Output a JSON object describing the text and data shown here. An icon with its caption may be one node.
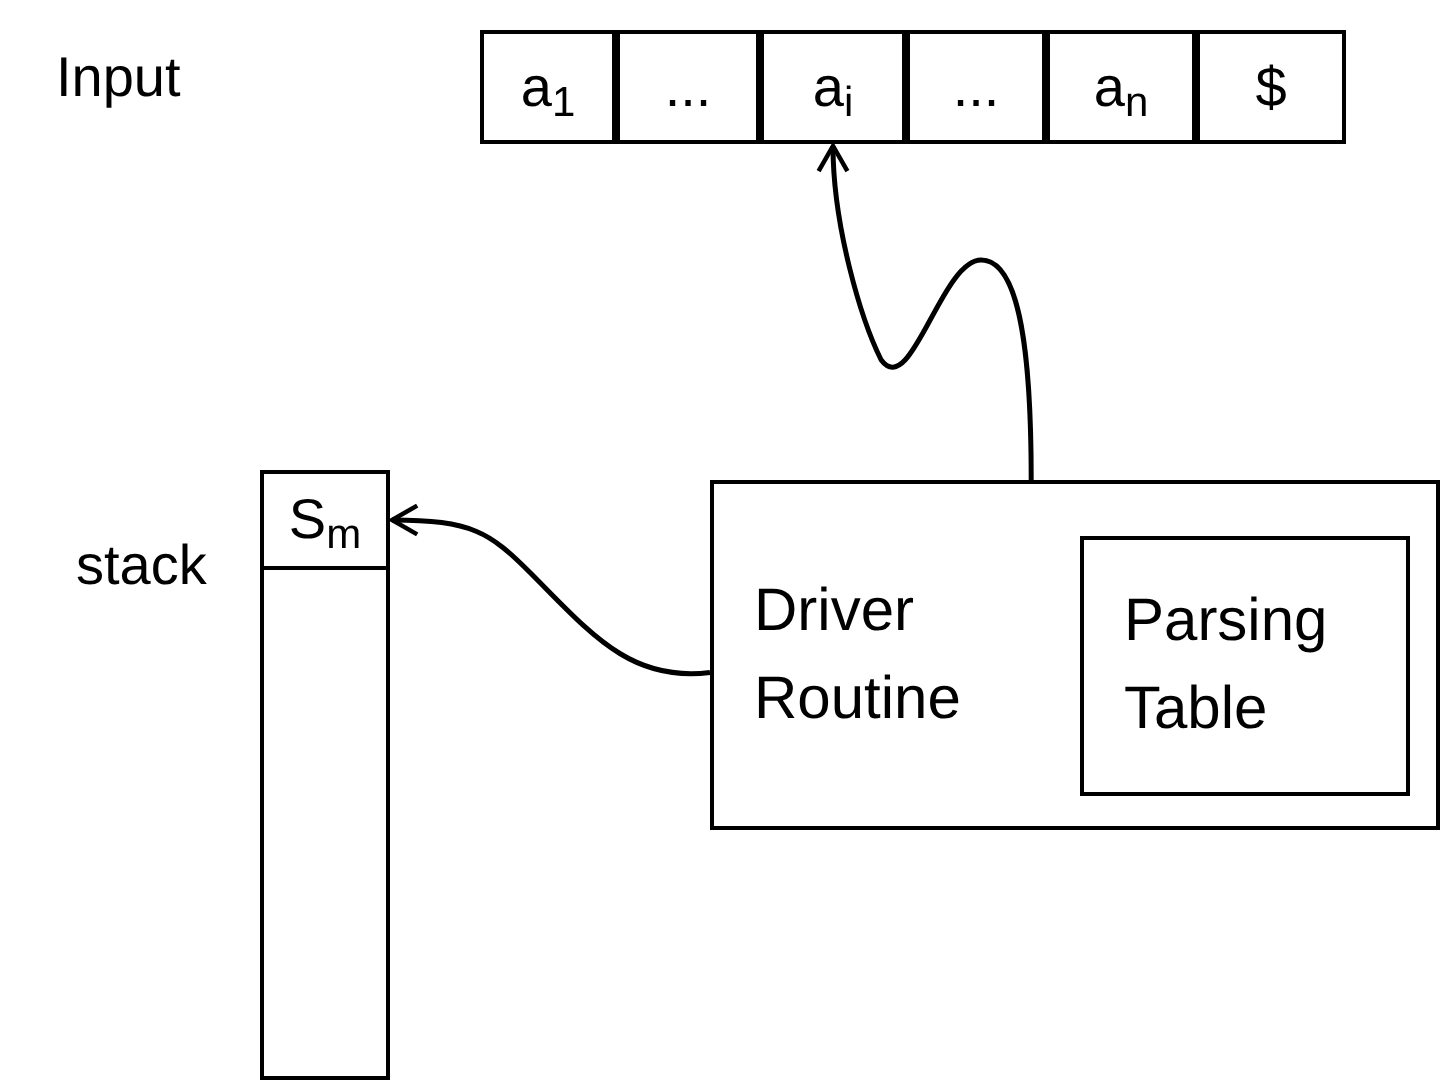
{
  "diagram": {
    "nodes": [
      {
        "text": [
          "a$_{1}$"
        ]
      },
      {
        "text": [
          "..."
        ]
      },
      {
        "text": [
          "a$_{i}$"
        ]
      },
      {
        "text": [
          "..."
        ]
      },
      {
        "text": [
          "a$_{n}$"
        ]
      },
      {
        "text": [
          "$"
        ]
      },
      {
        "text": [],
        "shape": "bar"
      },
      {
        "text": [
          "S$_{m}$"
        ],
        "in": 6
      },
      {
        "text": [
          "Driver Routine"
        ]
      },
      {
        "text": [
          "Parsing Table"
        ],
        "in": 8
      }
    ],
    "edges": [
      {
        "from": 8,
        "to": 2,
        "arrow": "to"
      },
      {
        "from": 8,
        "to": 7,
        "arrow": "to"
      }
    ],
    "labels": [
      "Input",
      "stack"
    ]
  }
}
